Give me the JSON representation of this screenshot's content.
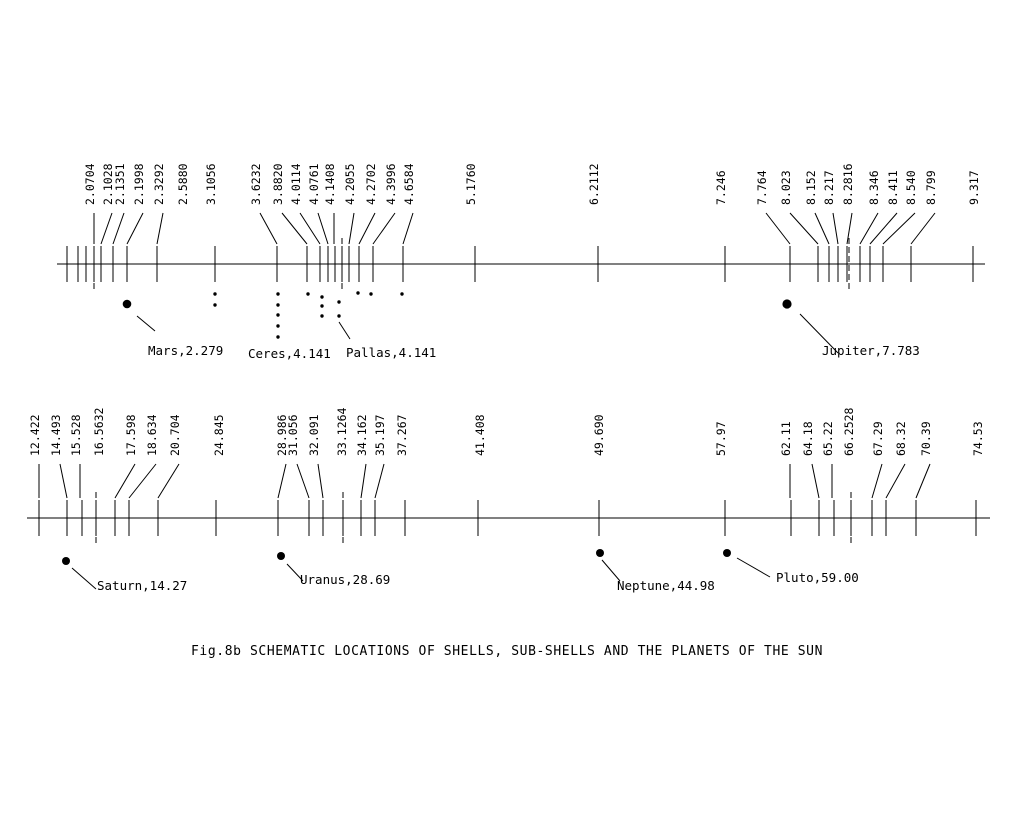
{
  "caption": "Fig.8b SCHEMATIC LOCATIONS OF SHELLS, SUB-SHELLS AND THE PLANETS OF THE SUN",
  "colors": {
    "ink": "#000000",
    "background": "#ffffff"
  },
  "rows": [
    {
      "id": "inner",
      "labels": [
        "2.0704",
        "2.1028",
        "2.1351",
        "2.1998",
        "2.3292",
        "2.5880",
        "3.1056",
        "3.6232",
        "3.8820",
        "4.0114",
        "4.0761",
        "4.1408",
        "4.2055",
        "4.2702",
        "4.3996",
        "4.6584",
        "5.1760",
        "6.2112",
        "7.246",
        "7.764",
        "8.023",
        "8.152",
        "8.217",
        "8.2816",
        "8.346",
        "8.411",
        "8.540",
        "8.799",
        "9.317"
      ],
      "planets": [
        {
          "name": "Mars,2.279"
        },
        {
          "name": "Ceres,4.141"
        },
        {
          "name": "Pallas,4.141"
        },
        {
          "name": "Jupiter,7.783"
        }
      ]
    },
    {
      "id": "outer",
      "labels": [
        "12.422",
        "14.493",
        "15.528",
        "16.5632",
        "17.598",
        "18.634",
        "20.704",
        "24.845",
        "28.986",
        "31.056",
        "32.091",
        "33.1264",
        "34.162",
        "35.197",
        "37.267",
        "41.408",
        "49.690",
        "57.97",
        "62.11",
        "64.18",
        "65.22",
        "66.2528",
        "67.29",
        "68.32",
        "70.39",
        "74.53"
      ],
      "planets": [
        {
          "name": "Saturn,14.27"
        },
        {
          "name": "Uranus,28.69"
        },
        {
          "name": "Neptune,44.98"
        },
        {
          "name": "Pluto,59.00"
        }
      ]
    }
  ]
}
